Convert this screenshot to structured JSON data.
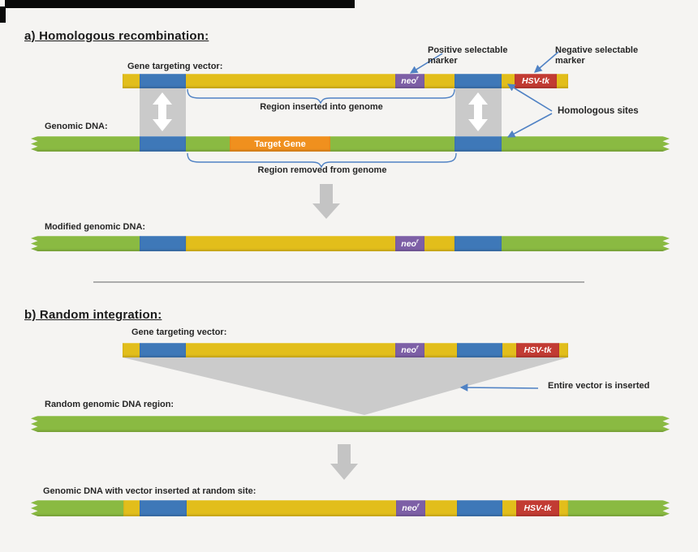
{
  "colors": {
    "background": "#F5F4F2",
    "vector_yellow": "#E2BE1B",
    "homology_blue": "#3E78B8",
    "genomic_green": "#8ABA42",
    "neo_purple": "#7D5FA6",
    "hsvtk_red": "#C23B33",
    "target_orange": "#F0901E",
    "gray_band": "#CACACA",
    "gray_arrow": "#C4C4C4",
    "funnel_gray": "#CBCBCB",
    "annotation_blue": "#5082C4",
    "text": "#262626"
  },
  "section_a": {
    "title": "a) Homologous recombination:",
    "gene_targeting_vector_label": "Gene targeting vector:",
    "positive_marker_label": "Positive selectable marker",
    "negative_marker_label": "Negative selectable marker",
    "region_inserted_label": "Region inserted into genome",
    "genomic_dna_label": "Genomic DNA:",
    "target_gene_label": "Target Gene",
    "homologous_sites_label": "Homologous sites",
    "region_removed_label": "Region removed from genome",
    "modified_genomic_dna_label": "Modified genomic DNA:"
  },
  "section_b": {
    "title": "b) Random integration:",
    "gene_targeting_vector_label": "Gene targeting vector:",
    "entire_vector_label": "Entire vector is inserted",
    "random_genomic_label": "Random genomic DNA region:",
    "result_label": "Genomic DNA with vector inserted at random site:"
  },
  "markers": {
    "neo_base": "neo",
    "neo_sup": "r",
    "hsv_tk": "HSV-tk"
  }
}
